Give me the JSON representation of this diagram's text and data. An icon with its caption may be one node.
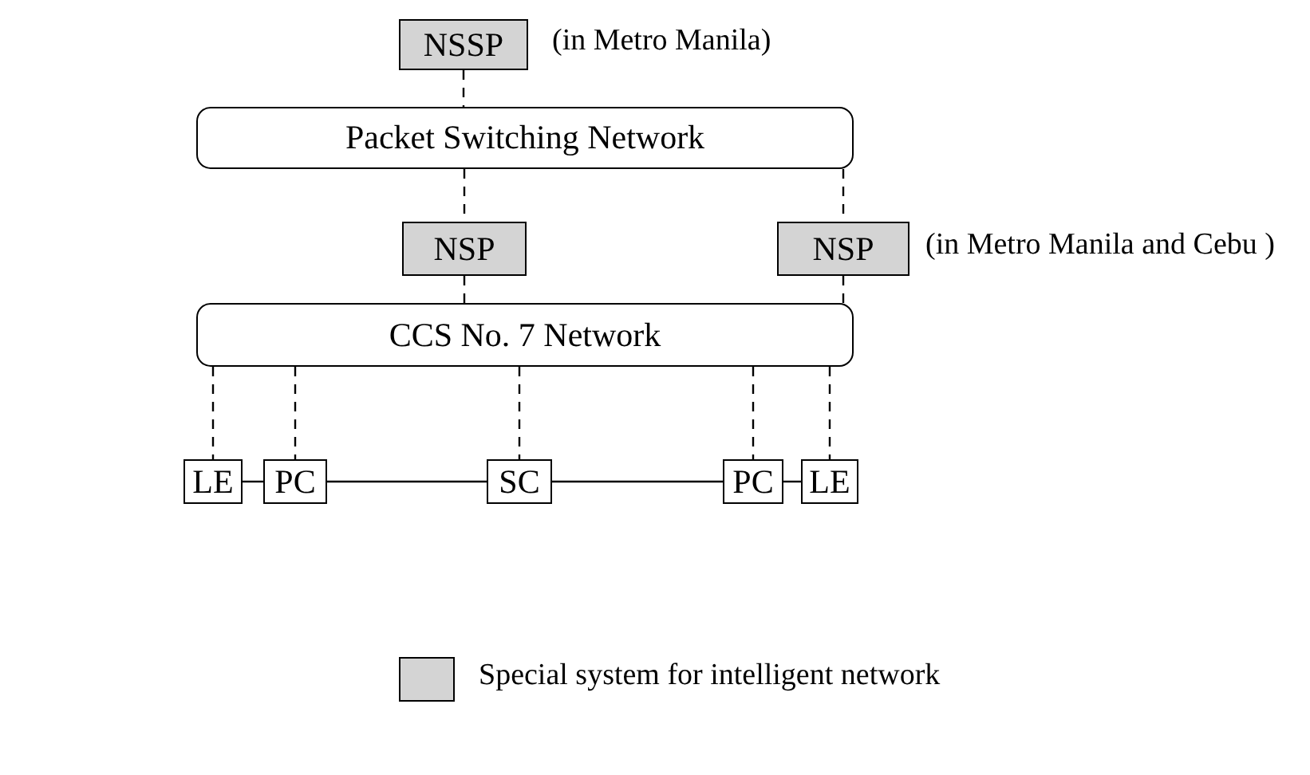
{
  "diagram": {
    "nodes": [
      {
        "text": [
          "NSSP"
        ],
        "beside": [
          "(in Metro Manila)"
        ]
      },
      {
        "text": [
          "Packet Switching Network"
        ]
      },
      {
        "text": [
          "NSP"
        ]
      },
      {
        "text": [
          "NSP"
        ],
        "beside": [
          "(in Metro Manila and Cebu )"
        ]
      },
      {
        "text": [
          "CCS No. 7 Network"
        ]
      },
      {
        "text": [
          "LE"
        ]
      },
      {
        "text": [
          "PC"
        ]
      },
      {
        "text": [
          "SC"
        ]
      },
      {
        "text": [
          "PC"
        ]
      },
      {
        "text": [
          "LE"
        ]
      }
    ],
    "edges": [
      {
        "from": 0,
        "to": 1,
        "arrow": "none",
        "style": "dashed"
      },
      {
        "from": 1,
        "to": 2,
        "arrow": "none",
        "style": "dashed"
      },
      {
        "from": 1,
        "to": 3,
        "arrow": "none",
        "style": "dashed"
      },
      {
        "from": 2,
        "to": 4,
        "arrow": "none",
        "style": "dashed"
      },
      {
        "from": 3,
        "to": 4,
        "arrow": "none",
        "style": "dashed"
      },
      {
        "from": 4,
        "to": 5,
        "arrow": "none",
        "style": "dashed"
      },
      {
        "from": 4,
        "to": 6,
        "arrow": "none",
        "style": "dashed"
      },
      {
        "from": 4,
        "to": 7,
        "arrow": "none",
        "style": "dashed"
      },
      {
        "from": 4,
        "to": 8,
        "arrow": "none",
        "style": "dashed"
      },
      {
        "from": 4,
        "to": 9,
        "arrow": "none",
        "style": "dashed"
      },
      {
        "from": 5,
        "to": 6,
        "arrow": "none"
      },
      {
        "from": 6,
        "to": 7,
        "arrow": "none"
      },
      {
        "from": 7,
        "to": 8,
        "arrow": "none"
      },
      {
        "from": 8,
        "to": 9,
        "arrow": "none"
      }
    ],
    "legend": [
      {
        "text": "Special system for intelligent network",
        "color": "#d4d4d4"
      }
    ]
  }
}
